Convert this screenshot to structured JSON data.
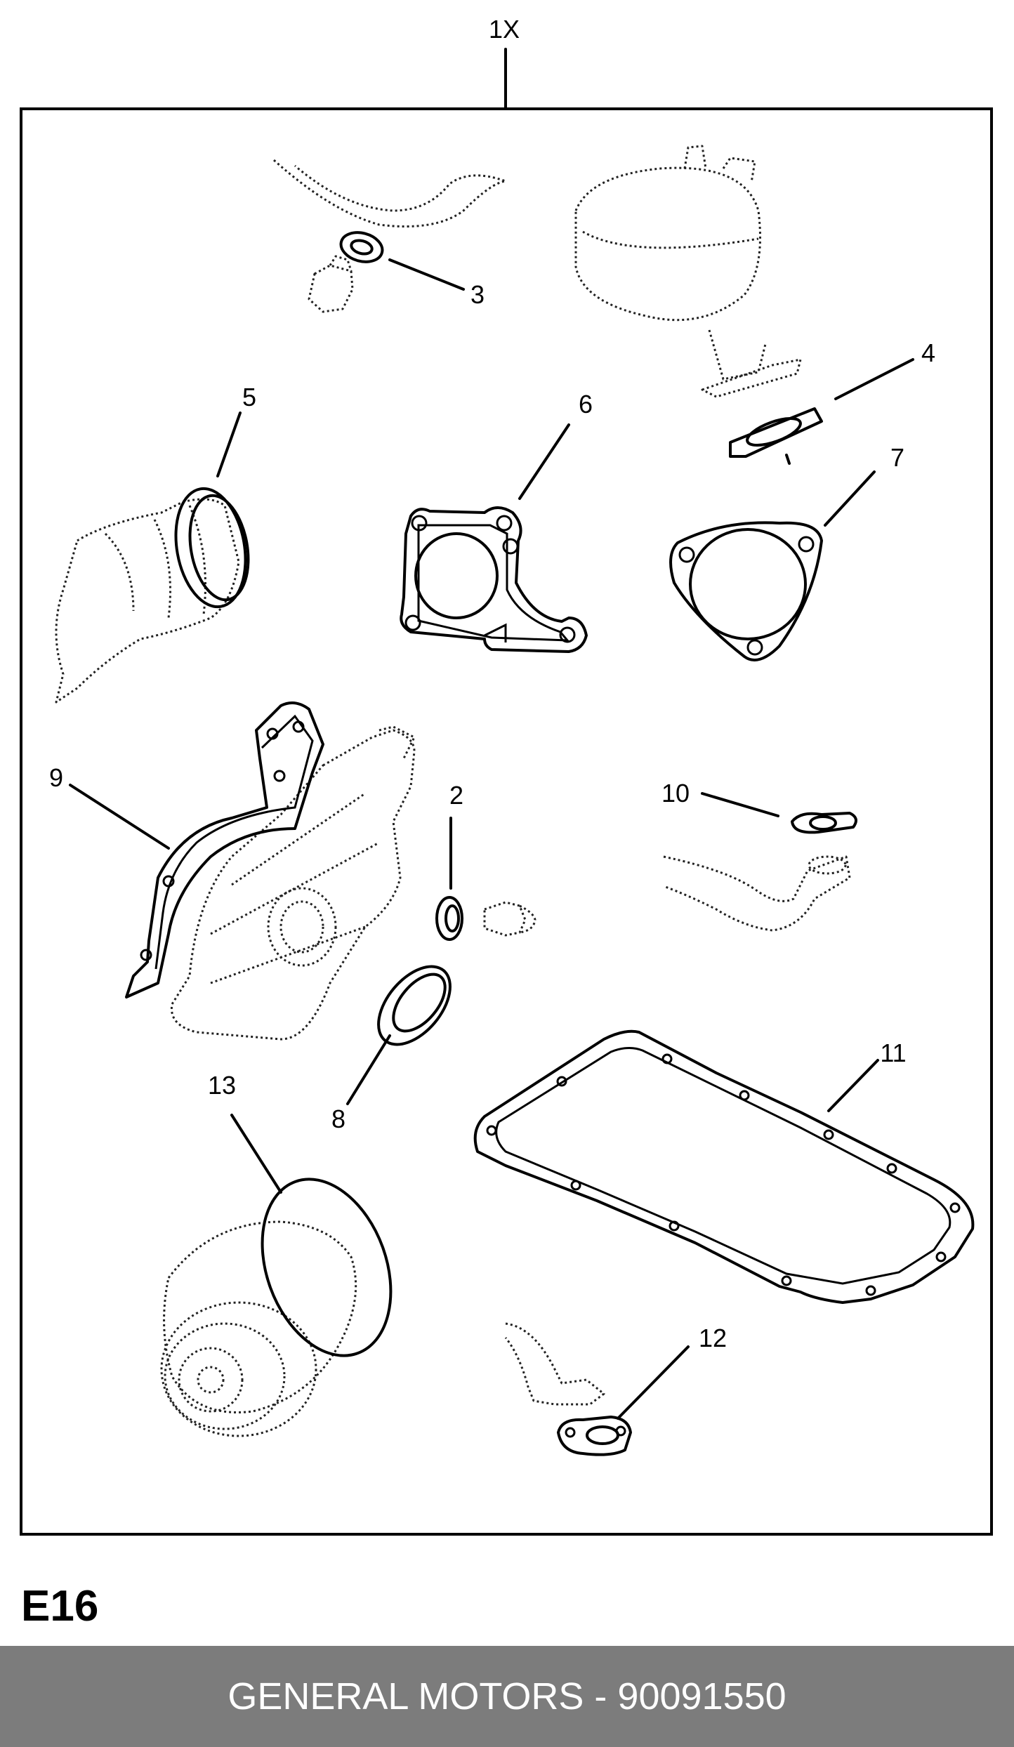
{
  "diagram": {
    "quantity_label": "1X",
    "callouts": [
      "2",
      "3",
      "4",
      "5",
      "6",
      "7",
      "8",
      "9",
      "10",
      "11",
      "12",
      "13"
    ]
  },
  "code": "E16",
  "footer": "GENERAL MOTORS - 90091550"
}
